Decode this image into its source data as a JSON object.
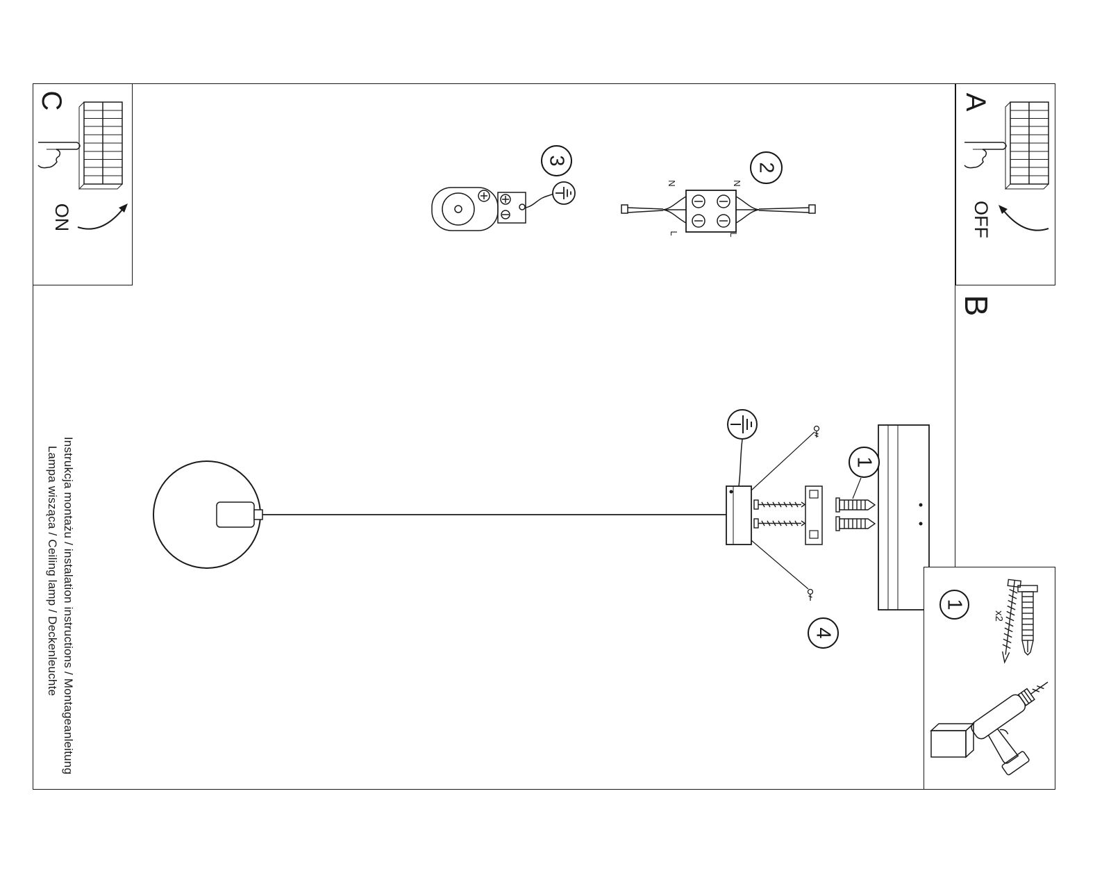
{
  "page": {
    "background_color": "#ffffff",
    "line_color": "#1a1a1a"
  },
  "sidebar": {
    "line1": "Instrukcja montażu / instalation instructions / Montageanleitung",
    "line2": "Lampa wisząca / Ceiling lamp / Deckenleuchte"
  },
  "sections": {
    "c": {
      "label": "C",
      "switch_label": "ON"
    },
    "a": {
      "label": "A",
      "switch_label": "OFF"
    },
    "b": {
      "label": "B"
    }
  },
  "steps": {
    "step1": "1",
    "step2": "2",
    "step3": "3",
    "step4": "4"
  },
  "wiring_labels": {
    "neutral_left": "N",
    "neutral_right": "N",
    "live_left": "L",
    "live_right": "L"
  },
  "parts_box": {
    "step_number": "1",
    "quantity": "x2"
  },
  "icons": {
    "ground": "ground-symbol",
    "switch": "wall-switch-with-hand",
    "arrow": "curved-direction-arrow",
    "drill": "cordless-drill",
    "screw": "mounting-screw",
    "anchor": "wall-plug-anchor"
  }
}
